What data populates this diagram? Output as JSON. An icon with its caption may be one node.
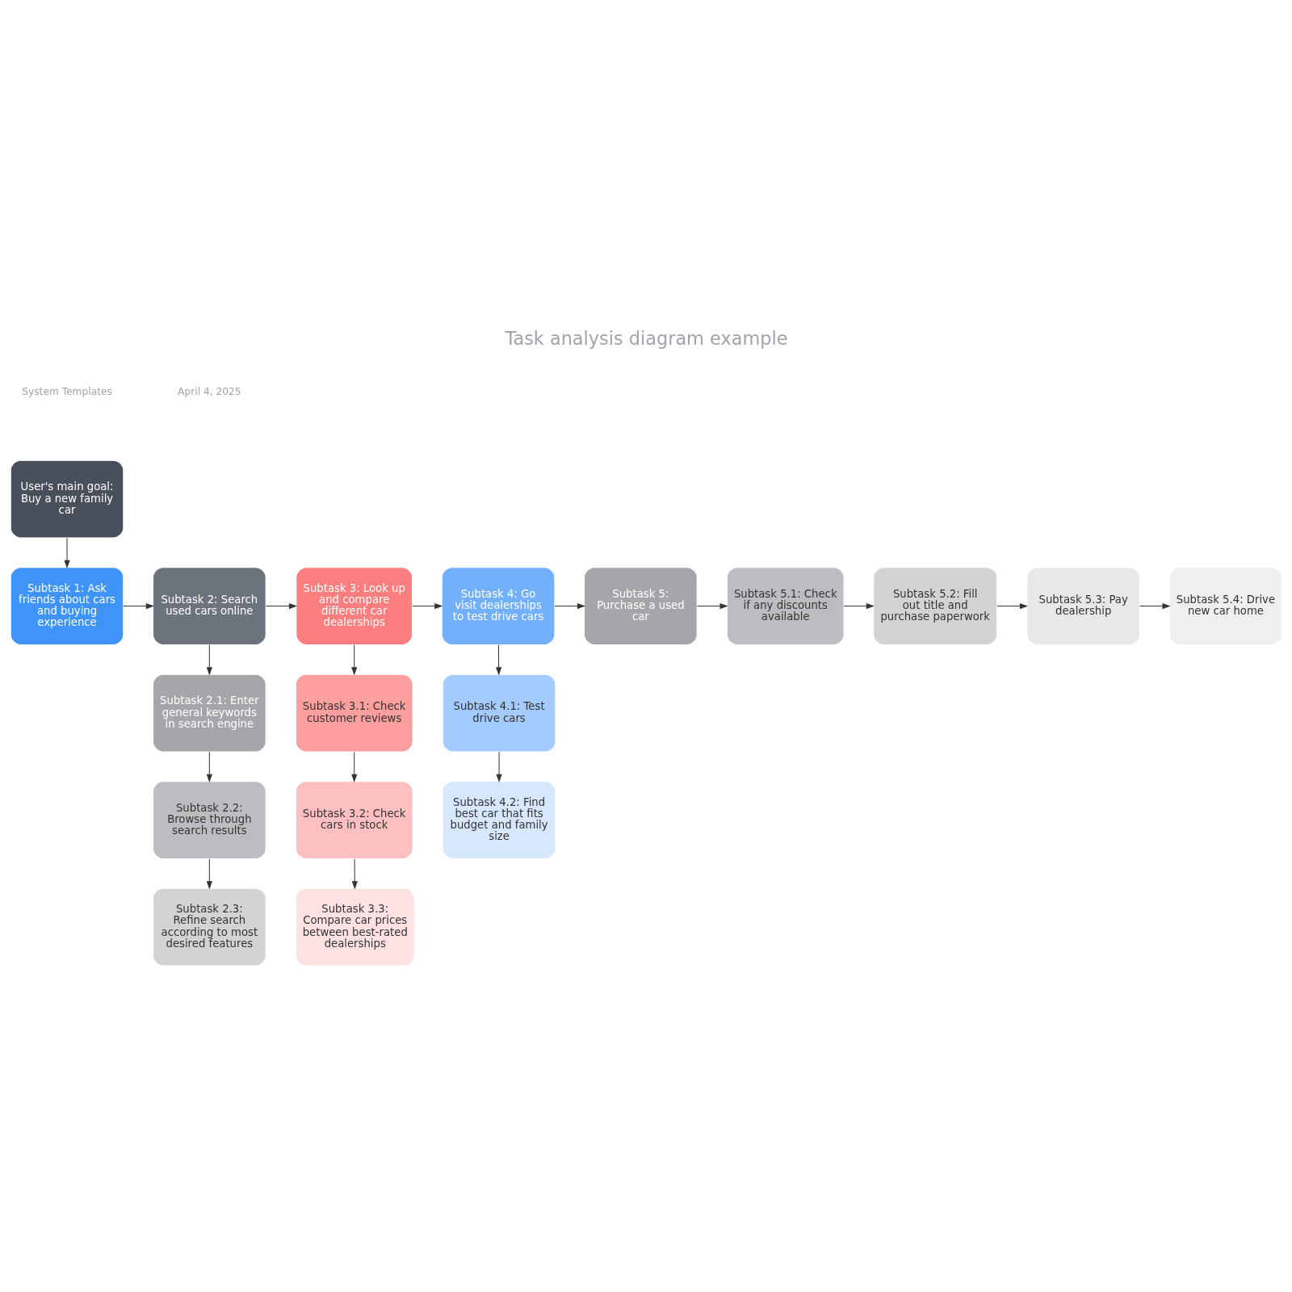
{
  "diagram": {
    "title": "Task analysis diagram example",
    "nodes": [
      {
        "text": [
          "User's main goal: Buy a new family car"
        ]
      },
      {
        "text": [
          "Subtask 1: Ask friends about cars and buying experience"
        ]
      },
      {
        "text": [
          "Subtask 2: Search used cars online"
        ]
      },
      {
        "text": [
          "Subtask 3: Look up and compare different car dealerships"
        ]
      },
      {
        "text": [
          "Subtask 4: Go visit dealerships to test drive cars"
        ]
      },
      {
        "text": [
          "Subtask 5: Purchase a used car"
        ]
      },
      {
        "text": [
          "Subtask 2.1: Enter general keywords in search engine"
        ]
      },
      {
        "text": [
          "Subtask 2.2: Browse through search results"
        ]
      },
      {
        "text": [
          "Subtask 2.3: Refine search according to most desired features"
        ]
      },
      {
        "text": [
          "Subtask 3.1: Check customer reviews"
        ]
      },
      {
        "text": [
          "Subtask 3.2: Check cars in stock"
        ]
      },
      {
        "text": [
          "Subtask 3.3: Compare car prices between best-rated dealerships"
        ]
      },
      {
        "text": [
          "Subtask 4.1: Test drive cars"
        ]
      },
      {
        "text": [
          "Subtask 4.2: Find best car that fits budget and family size"
        ]
      },
      {
        "text": [
          "Subtask 5.1: Check if any discounts available"
        ]
      },
      {
        "text": [
          "Subtask 5.2: Fill out title and purchase paperwork"
        ]
      },
      {
        "text": [
          "Subtask 5.3: Pay dealership"
        ]
      },
      {
        "text": [
          "Subtask 5.4: Drive new car home"
        ]
      }
    ],
    "edges": [
      {
        "from": 0,
        "to": 1,
        "arrow": "to"
      },
      {
        "from": 1,
        "to": 2,
        "arrow": "to"
      },
      {
        "from": 2,
        "to": 3,
        "arrow": "to"
      },
      {
        "from": 3,
        "to": 4,
        "arrow": "to"
      },
      {
        "from": 4,
        "to": 5,
        "arrow": "to"
      },
      {
        "from": 2,
        "to": 6,
        "arrow": "to"
      },
      {
        "from": 6,
        "to": 7,
        "arrow": "to"
      },
      {
        "from": 7,
        "to": 8,
        "arrow": "to"
      },
      {
        "from": 3,
        "to": 9,
        "arrow": "to"
      },
      {
        "from": 9,
        "to": 10,
        "arrow": "to"
      },
      {
        "from": 10,
        "to": 11,
        "arrow": "to"
      },
      {
        "from": 4,
        "to": 12,
        "arrow": "to"
      },
      {
        "from": 12,
        "to": 13,
        "arrow": "to"
      },
      {
        "from": 5,
        "to": 14,
        "arrow": "to"
      },
      {
        "from": 14,
        "to": 15,
        "arrow": "to"
      },
      {
        "from": 15,
        "to": 16,
        "arrow": "to"
      },
      {
        "from": 16,
        "to": 17,
        "arrow": "to"
      }
    ],
    "labels": [
      "System Templates",
      "April 4, 2025"
    ]
  }
}
